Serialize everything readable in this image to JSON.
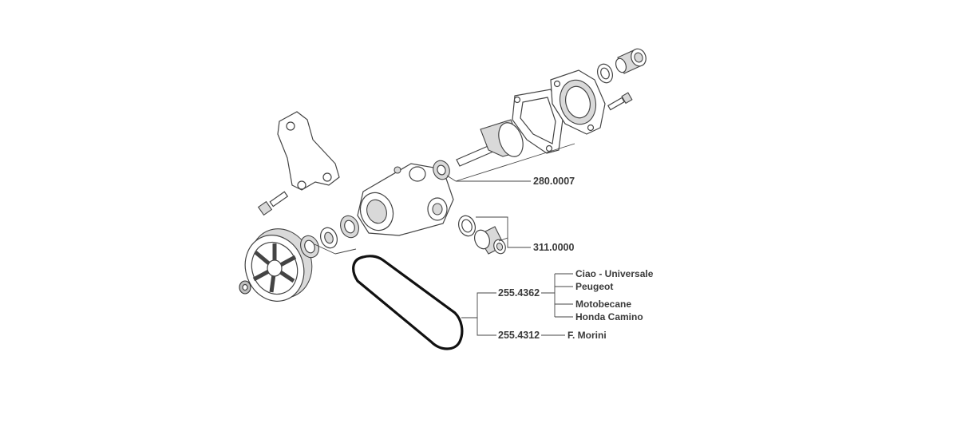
{
  "parts": {
    "gasket_kit": {
      "code": "280.0007"
    },
    "fitting_kit": {
      "code": "311.0000"
    },
    "belt_a": {
      "code": "255.4362",
      "applications": [
        "Ciao - Universale",
        "Peugeot",
        "Motobecane",
        "Honda Camino"
      ]
    },
    "belt_b": {
      "code": "255.4312",
      "applications": [
        "F. Morini"
      ]
    }
  }
}
